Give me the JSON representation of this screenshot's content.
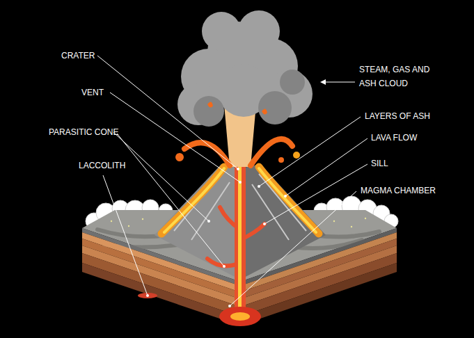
{
  "diagram": {
    "labels": [
      "CRATER",
      "VENT",
      "PARASITIC CONE",
      "LACCOLITH",
      "STEAM, GAS AND ASH CLOUD",
      "LAYERS OF ASH",
      "LAVA FLOW",
      "SILL",
      "MAGMA CHAMBER"
    ]
  }
}
